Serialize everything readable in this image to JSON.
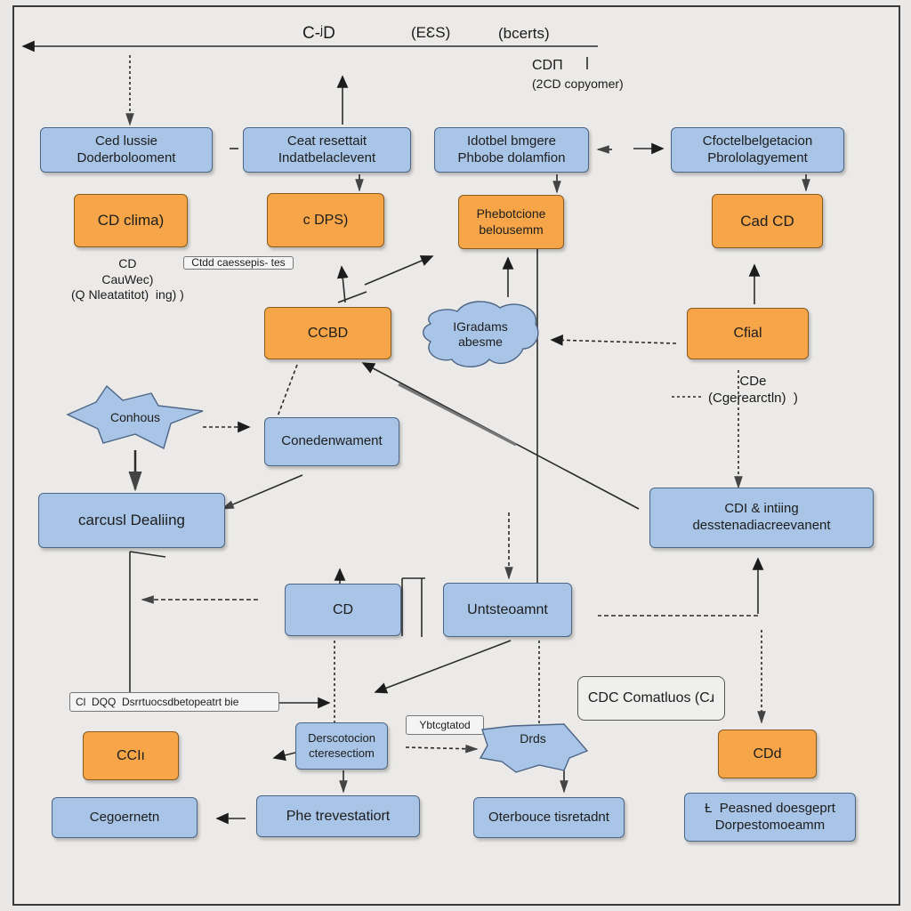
{
  "header": {
    "label_1": "C-ʲD",
    "label_2": "(EƐS)",
    "label_3": "(bcerts)",
    "label_4": "CDΠ",
    "label_5": "(2CD copyomer)"
  },
  "nodes": {
    "n1": "Ced lussie\nDoderbolooment",
    "n2": "Ceat resettait\nIndatbelaclevent",
    "n3": "Idotbel bmgere\nPhbobe dolamfion",
    "n4": "Cfoctelbelgetacion\nPbrololagyement",
    "o1": "CD clima)",
    "o2": "c DPS)",
    "o3": "Phebotcione\nbelousemm",
    "o4": "Cad CD",
    "o5": "CCBD",
    "o6": "Cfial",
    "b_contour": "Conhous",
    "b_gradams": "IGradams\nabesme",
    "n5": "Conedenwament",
    "n6": "carcusl Dealiing",
    "n7": "CDI & intiing\ndesstenadiacreevanent",
    "n8": "CD",
    "n9": "Untsteoamnt",
    "p1": "Cl  DQQ  Dsrrtuocsdbetopeatrt bie",
    "n10": "Derscotocion\ncteresectiom",
    "p2": "Ybtcgtatod",
    "b_dats": "Drds",
    "o_outline": "CDC Comatluos  (Cɹ",
    "o7": "CCIı",
    "o8": "CDd",
    "n11": "Cegoernetn",
    "n12": "Phe trevestatiort",
    "n13": "Oterbouce tisretadnt",
    "o_outline2": "Ƚ  Peasned doesgeprt\nDorpestomoeamm",
    "pill_top": "Ctdd caessepis-  tes"
  },
  "labels": {
    "l1": "CD\nCauWec)\n(Q Nleatatitot)  ing) )",
    "l2": "CDe\n(Cgerearctln)  )"
  },
  "colors": {
    "blue_fill": "#a8c4e6",
    "orange_fill": "#f6a548",
    "background": "#ebeae8"
  }
}
